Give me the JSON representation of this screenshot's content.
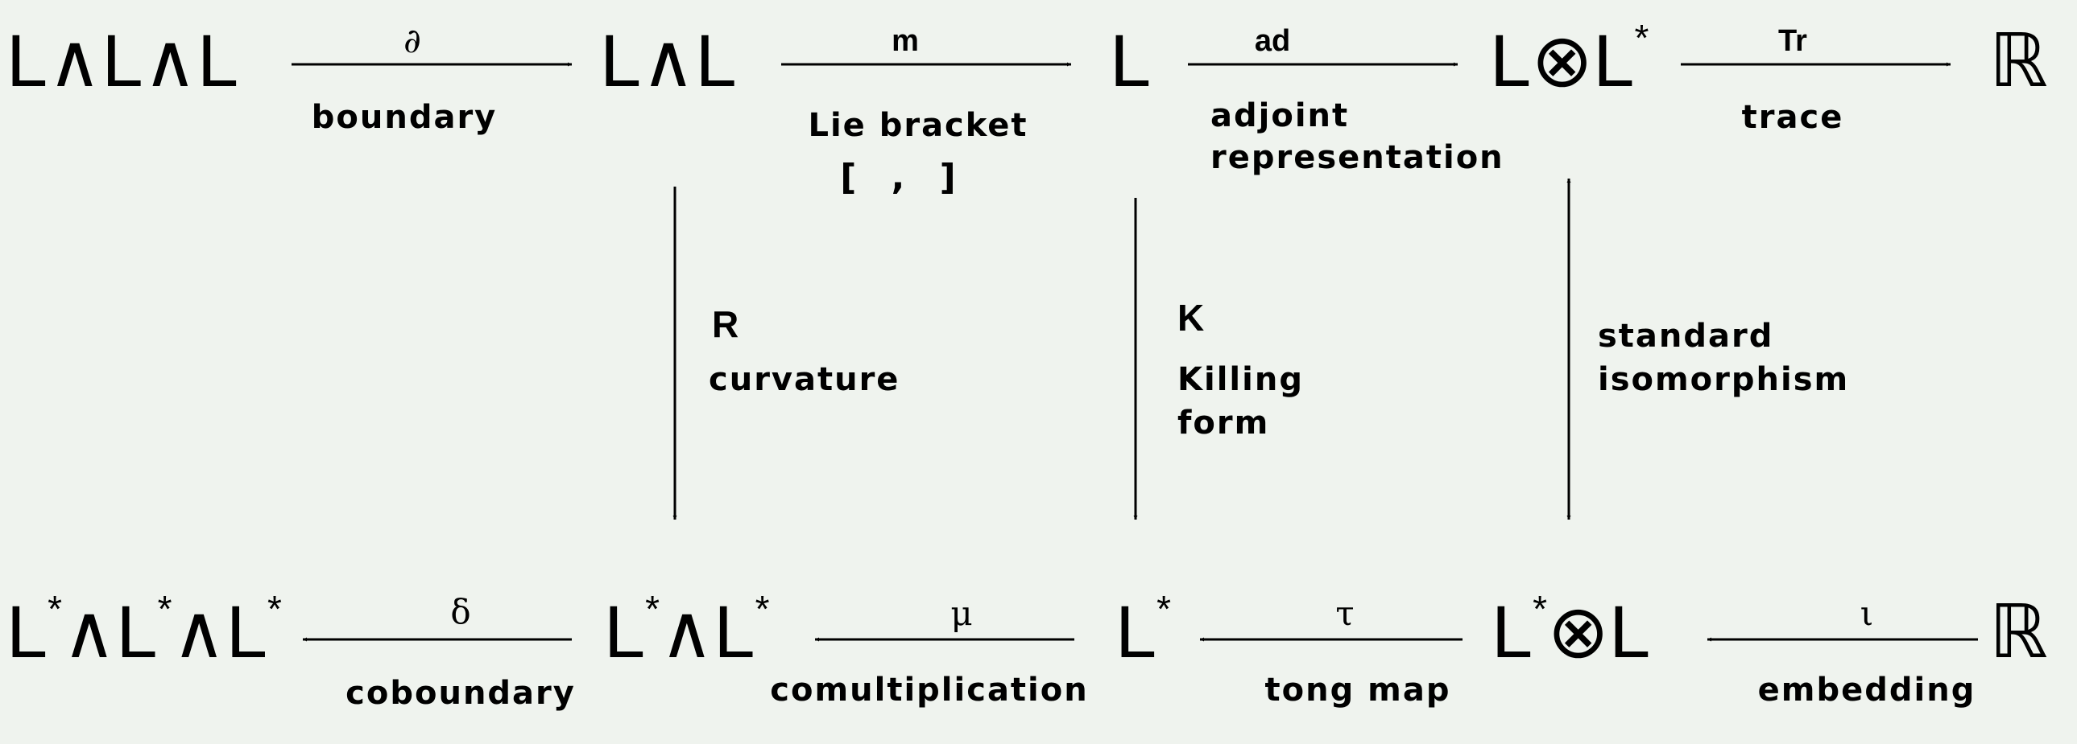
{
  "nodes": {
    "top": [
      "L∧L∧L",
      "L∧L",
      "L",
      "L⊗L*",
      "ℝ"
    ],
    "bottom": [
      "L*∧L*∧L*",
      "L*∧L*",
      "L*",
      "L*⊗L",
      "ℝ"
    ]
  },
  "top_arrows": [
    {
      "symbol": "∂",
      "label": "boundary"
    },
    {
      "symbol": "m",
      "label": "Lie bracket",
      "extra": "[ , ]"
    },
    {
      "symbol": "ad",
      "label": "adjoint",
      "label2": "representation"
    },
    {
      "symbol": "Tr",
      "label": "trace"
    }
  ],
  "vertical_arrows": [
    {
      "symbol": "R",
      "label": "curvature"
    },
    {
      "symbol": "K",
      "label": "Killing",
      "label2": "form"
    },
    {
      "label": "standard",
      "label2": "isomorphism"
    }
  ],
  "bottom_arrows": [
    {
      "symbol": "δ",
      "label": "coboundary"
    },
    {
      "symbol": "μ",
      "label": "comultiplication"
    },
    {
      "symbol": "τ",
      "label": "tong map"
    },
    {
      "symbol": "ι",
      "label": "embedding"
    }
  ]
}
